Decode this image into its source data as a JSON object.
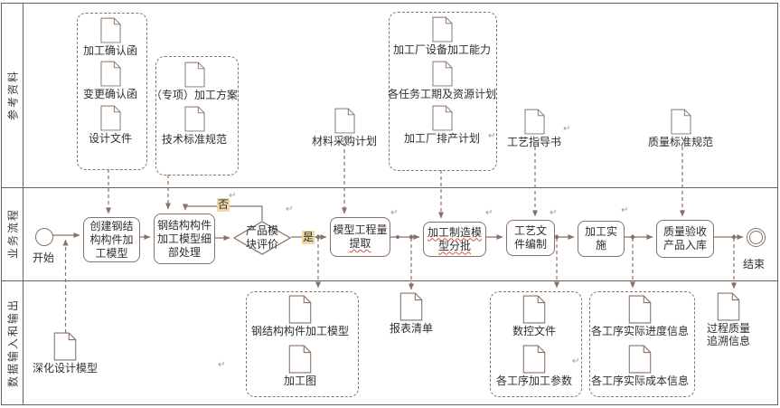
{
  "lanes": {
    "reference": "参考资料",
    "process": "业务流程",
    "data_io": "数据输入和输出"
  },
  "flow": {
    "start": "开始",
    "end": "结束",
    "tasks": [
      {
        "label": "创建钢结构构件加工模型"
      },
      {
        "label": "钢结构构件加工模型细部处理"
      },
      {
        "label": "模型工程量",
        "label2": "提取"
      },
      {
        "label": "加工制造模型分批"
      },
      {
        "label": "工艺文件编制"
      },
      {
        "label": "加工实施"
      },
      {
        "label": "质量验收产品入库"
      }
    ],
    "decision": {
      "label": "产品模块评价",
      "yes": "是",
      "no": "否"
    }
  },
  "reference_docs": {
    "confirmation_group": [
      "加工确认函",
      "变更确认函",
      "设计文件"
    ],
    "plan_group": [
      "（专项）加工方案",
      "技术标准规范"
    ],
    "material_purchase_plan": "材料采购计划",
    "factory_group": [
      "加工厂设备加工能力",
      "各任务工期及资源计划",
      "加工厂排产计划"
    ],
    "process_guide": "工艺指导书",
    "quality_standard": "质量标准规范"
  },
  "output_docs": {
    "deepened_design_model": "深化设计模型",
    "model_group": [
      "钢结构构件加工模型",
      "加工图"
    ],
    "report_list": "报表清单",
    "nc_group": [
      "数控文件",
      "各工序加工参数"
    ],
    "progress_group": [
      "各工序实际进度信息",
      "各工序实际成本信息"
    ],
    "quality_trace": "过程质量追溯信息"
  },
  "colors": {
    "line": "#8a7164",
    "lane_border": "#6f6056",
    "text": "#2e2e2e",
    "highlight": "#eed9a6",
    "squiggle": "#d94f43"
  },
  "glyphs": {
    "paragraph_mark": "↵"
  }
}
